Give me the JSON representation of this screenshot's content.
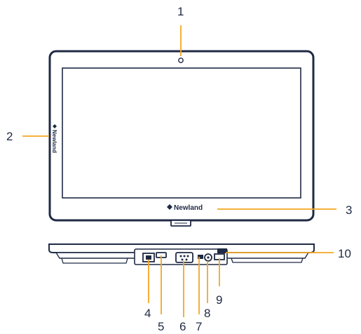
{
  "brand": {
    "logo_text": "Newland"
  },
  "callouts": [
    {
      "id": "1",
      "label": "1"
    },
    {
      "id": "2",
      "label": "2"
    },
    {
      "id": "3",
      "label": "3"
    },
    {
      "id": "4",
      "label": "4"
    },
    {
      "id": "5",
      "label": "5"
    },
    {
      "id": "6",
      "label": "6"
    },
    {
      "id": "7",
      "label": "7"
    },
    {
      "id": "8",
      "label": "8"
    },
    {
      "id": "9",
      "label": "9"
    },
    {
      "id": "10",
      "label": "10"
    }
  ],
  "colors": {
    "outline": "#1f2a44",
    "leader": "#f5a623",
    "screen_fill": "#ffffff",
    "bezel_fill": "#ffffff"
  }
}
